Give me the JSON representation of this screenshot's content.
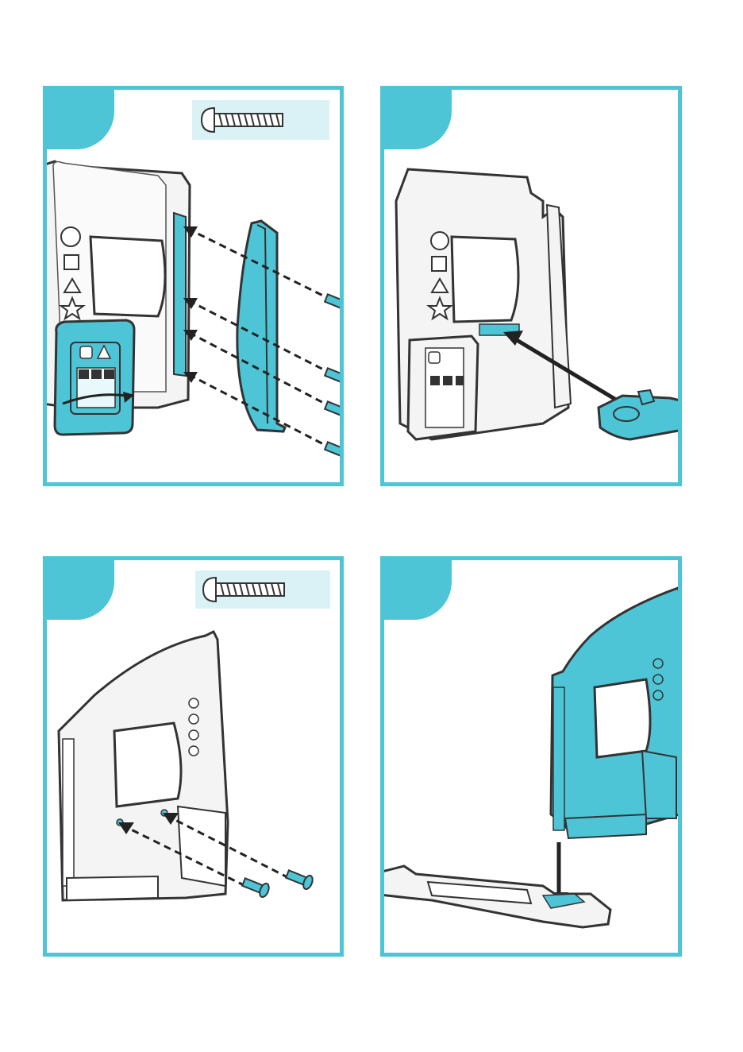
{
  "steps": [
    {
      "id": 1,
      "label": "",
      "has_screw_reference": true,
      "screw_count": 4
    },
    {
      "id": 2,
      "label": "",
      "has_screw_reference": false,
      "screw_count": 0
    },
    {
      "id": 3,
      "label": "",
      "has_screw_reference": true,
      "screw_count": 2
    },
    {
      "id": 4,
      "label": "",
      "has_screw_reference": false,
      "screw_count": 0
    }
  ],
  "colors": {
    "accent": "#4ec5d6",
    "accent_light": "#daf2f6",
    "part_fill": "#f4f4f4",
    "outline": "#333333"
  },
  "icons": {
    "screw": "screw-icon",
    "arrow": "arrow-icon"
  }
}
